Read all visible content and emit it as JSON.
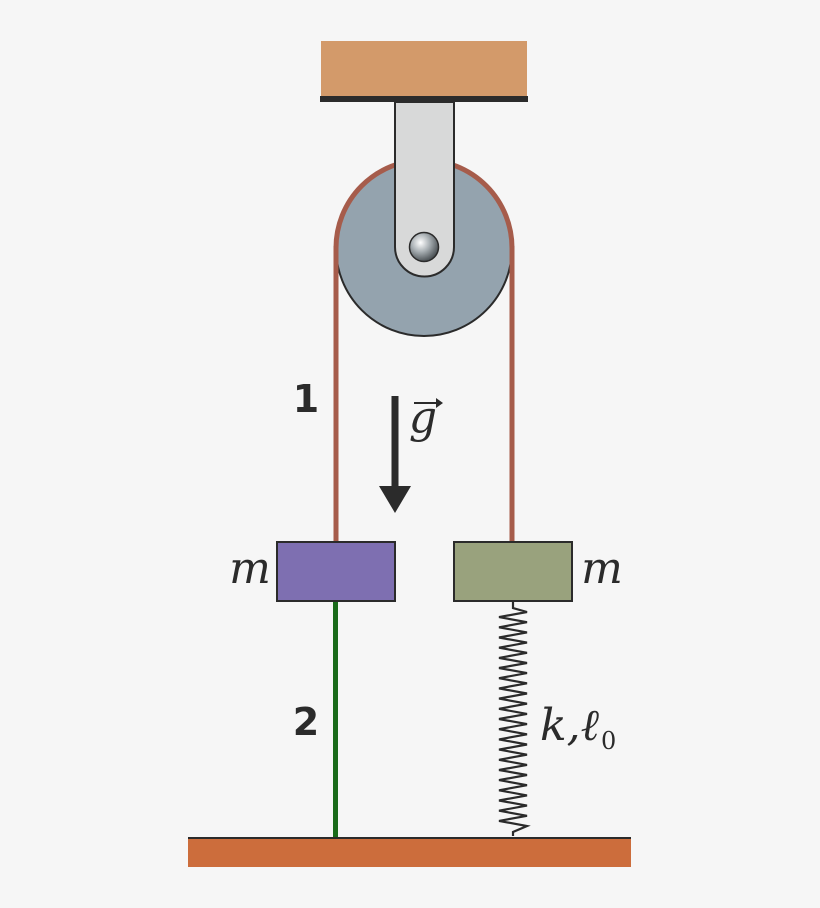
{
  "labels": {
    "string_1": "1",
    "string_2": "2",
    "gravity_symbol": "g",
    "mass_left": "m",
    "mass_right": "m",
    "spring_constant": "k,ℓ",
    "spring_subscript": "0"
  },
  "colors": {
    "ceiling": "#d39a6a",
    "ceiling_edge": "#2b2b2b",
    "floor": "#cc6d3c",
    "pulley_wheel": "#94a3ae",
    "pulley_bracket": "#d8d9d9",
    "rope": "#a65c4b",
    "string_2": "#1a6b1a",
    "mass_left": "#7e6fb1",
    "mass_right": "#99a27d",
    "spring": "#2b2b2b",
    "arrow": "#2b2b2b"
  },
  "icons": {
    "pulley": "pulley-icon",
    "axle": "axle-icon",
    "gravity_arrow": "arrow-down-icon",
    "spring": "spring-icon"
  }
}
